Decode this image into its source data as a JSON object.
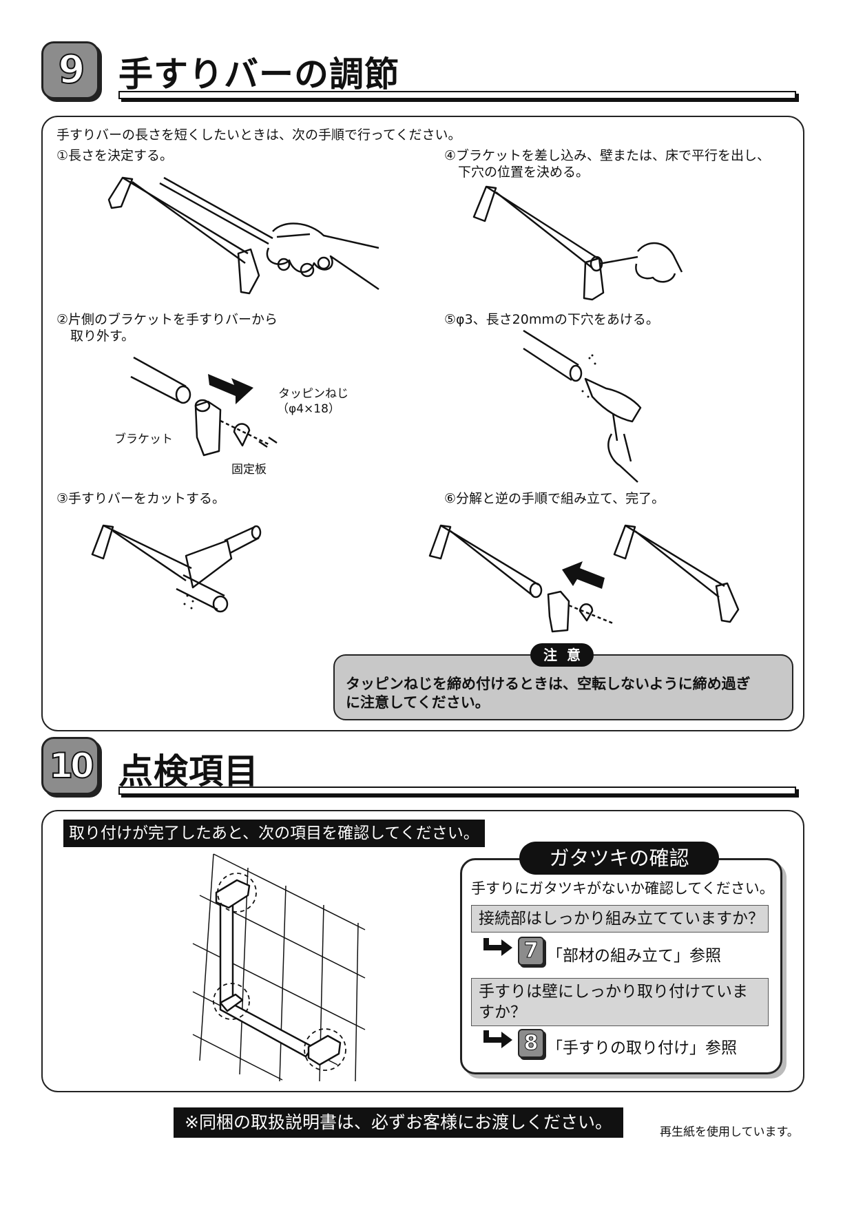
{
  "section9": {
    "number": "9",
    "title": "手すりバーの調節",
    "intro": "手すりバーの長さを短くしたいときは、次の手順で行ってください。",
    "steps": {
      "s1": "①長さを決定する。",
      "s2_line1": "②片側のブラケットを手すりバーから",
      "s2_line2": "取り外す。",
      "s3": "③手すりバーをカットする。",
      "s4_line1": "④ブラケットを差し込み、壁または、床で平行を出し、",
      "s4_line2": "下穴の位置を決める。",
      "s5": "⑤φ3、長さ20mmの下穴をあける。",
      "s6": "⑥分解と逆の手順で組み立て、完了。"
    },
    "labels": {
      "tapping_screw": "タッピンねじ",
      "tapping_screw_size": "（φ4×18）",
      "bracket": "ブラケット",
      "fixing_plate": "固定板"
    },
    "caution": {
      "tag": "注意",
      "line1": "タッピンねじを締め付けるときは、空転しないように締め過ぎ",
      "line2": "に注意してください。"
    }
  },
  "section10": {
    "number": "10",
    "title": "点検項目",
    "banner": "取り付けが完了したあと、次の項目を確認してください。",
    "check": {
      "title": "ガタツキの確認",
      "intro": "手すりにガタツキがないか確認してください。",
      "q1": "接続部はしっかり組み立てていますか？",
      "ref1_num": "7",
      "ref1_text": "「部材の組み立て」参照",
      "q2_line1": "手すりは壁にしっかり取り付けていま",
      "q2_line2": "すか？",
      "ref2_num": "8",
      "ref2_text": "「手すりの取り付け」参照"
    }
  },
  "footer": {
    "notice": "※同梱の取扱説明書は、必ずお客様にお渡しください。",
    "recycled": "再生紙を使用しています。"
  }
}
